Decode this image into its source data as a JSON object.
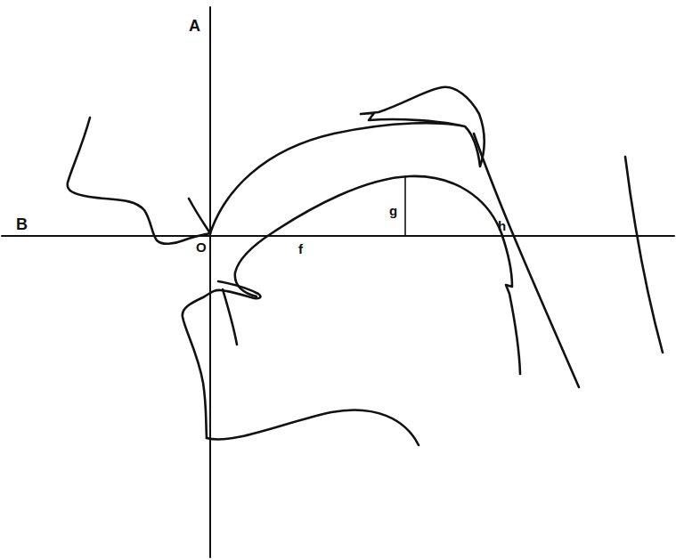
{
  "diagram": {
    "labels": [
      "A",
      "B",
      "O",
      "f",
      "g",
      "h"
    ]
  }
}
